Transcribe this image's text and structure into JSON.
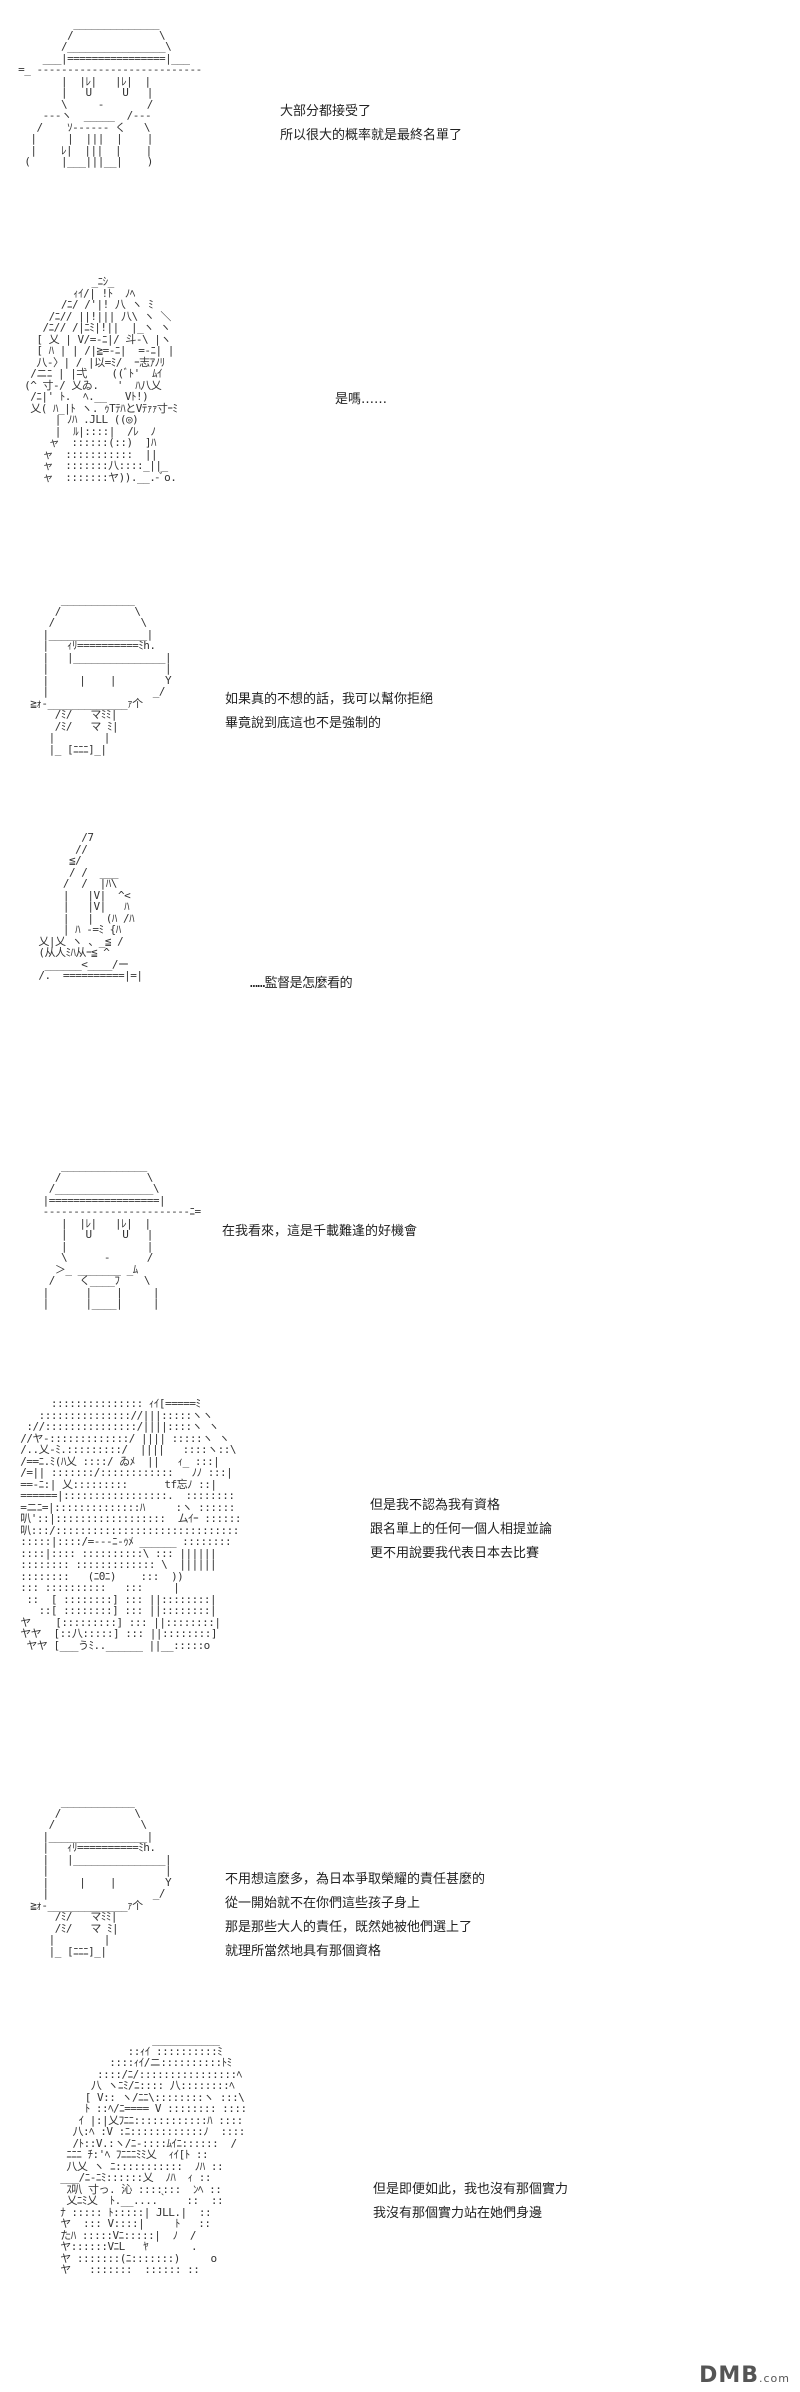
{
  "panels": [
    {
      "id": "p1",
      "lines": [
        "大部分都接受了",
        "所以很大的概率就是最終名單了"
      ]
    },
    {
      "id": "p2",
      "lines": [
        "是嗎……"
      ]
    },
    {
      "id": "p3",
      "lines": [
        "如果真的不想的話，我可以幫你拒絕",
        "畢竟說到底這也不是強制的"
      ]
    },
    {
      "id": "p4",
      "lines": [
        "……監督是怎麼看的"
      ]
    },
    {
      "id": "p5",
      "lines": [
        "在我看來，這是千載難逢的好機會"
      ]
    },
    {
      "id": "p6",
      "lines": [
        "但是我不認為我有資格",
        "跟名單上的任何一個人相提並論",
        "更不用說要我代表日本去比賽"
      ]
    },
    {
      "id": "p7",
      "lines": [
        "不用想這麼多，為日本爭取榮耀的責任甚麼的",
        "從一開始就不在你們這些孩子身上",
        "那是那些大人的責任，既然她被他們選上了",
        "就理所當然地具有那個資格"
      ]
    },
    {
      "id": "p8",
      "lines": [
        "但是即便如此，我也沒有那個實力",
        "我沒有那個實力站在她們身邊"
      ]
    }
  ],
  "watermark": {
    "brand": "DMB",
    "suffix": ".com"
  }
}
